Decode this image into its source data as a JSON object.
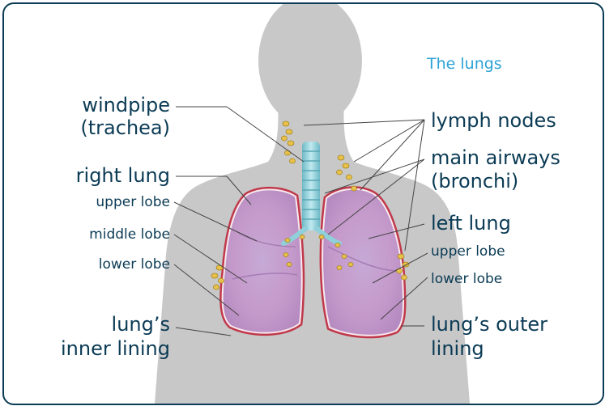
{
  "title": "The lungs",
  "colors": {
    "frame": "#0b3b55",
    "title": "#2ba3d6",
    "label": "#0b3b55",
    "silhouette": "#c8c8c8",
    "lung_fill": "#c8a3cf",
    "lung_outline": "#c0394b",
    "trachea": "#8fd0da",
    "lymph_node": "#e7c14a"
  },
  "labels": {
    "windpipe_1": "windpipe",
    "windpipe_2": "(trachea)",
    "right_lung": "right lung",
    "right_upper_lobe": "upper lobe",
    "right_middle_lobe": "middle lobe",
    "right_lower_lobe": "lower lobe",
    "inner_lining_1": "lung’s",
    "inner_lining_2": "inner lining",
    "lymph_nodes": "lymph nodes",
    "main_airways_1": "main airways",
    "main_airways_2": "(bronchi)",
    "left_lung": "left lung",
    "left_upper_lobe": "upper lobe",
    "left_lower_lobe": "lower lobe",
    "outer_lining_1": "lung’s outer",
    "outer_lining_2": "lining"
  }
}
